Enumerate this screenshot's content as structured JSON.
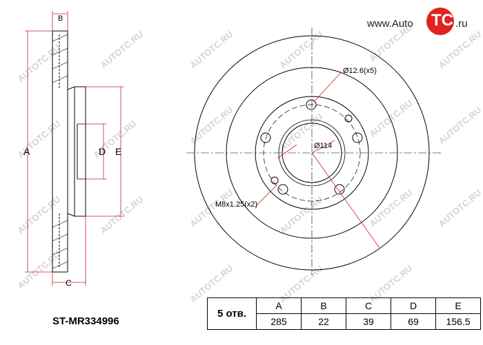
{
  "logo": {
    "www": "www.Auto",
    "tc": "TC",
    "ru": ".ru"
  },
  "watermark": "AUTOTC.RU",
  "part_number": "ST-MR334996",
  "dimension_labels": {
    "A": "A",
    "B": "B",
    "C": "C",
    "D": "D",
    "E": "E"
  },
  "annotations": {
    "bolt_hole": "Ø12.6(x5)",
    "pcd": "Ø114",
    "thread": "M8x1.25(x2)"
  },
  "table": {
    "holes": "5 отв.",
    "headers": [
      "A",
      "B",
      "C",
      "D",
      "E"
    ],
    "values": [
      "285",
      "22",
      "39",
      "69",
      "156.5"
    ]
  },
  "colors": {
    "line": "#000000",
    "dimension": "#cc2222",
    "watermark": "#cfcfcf",
    "brand": "#e0231f"
  }
}
